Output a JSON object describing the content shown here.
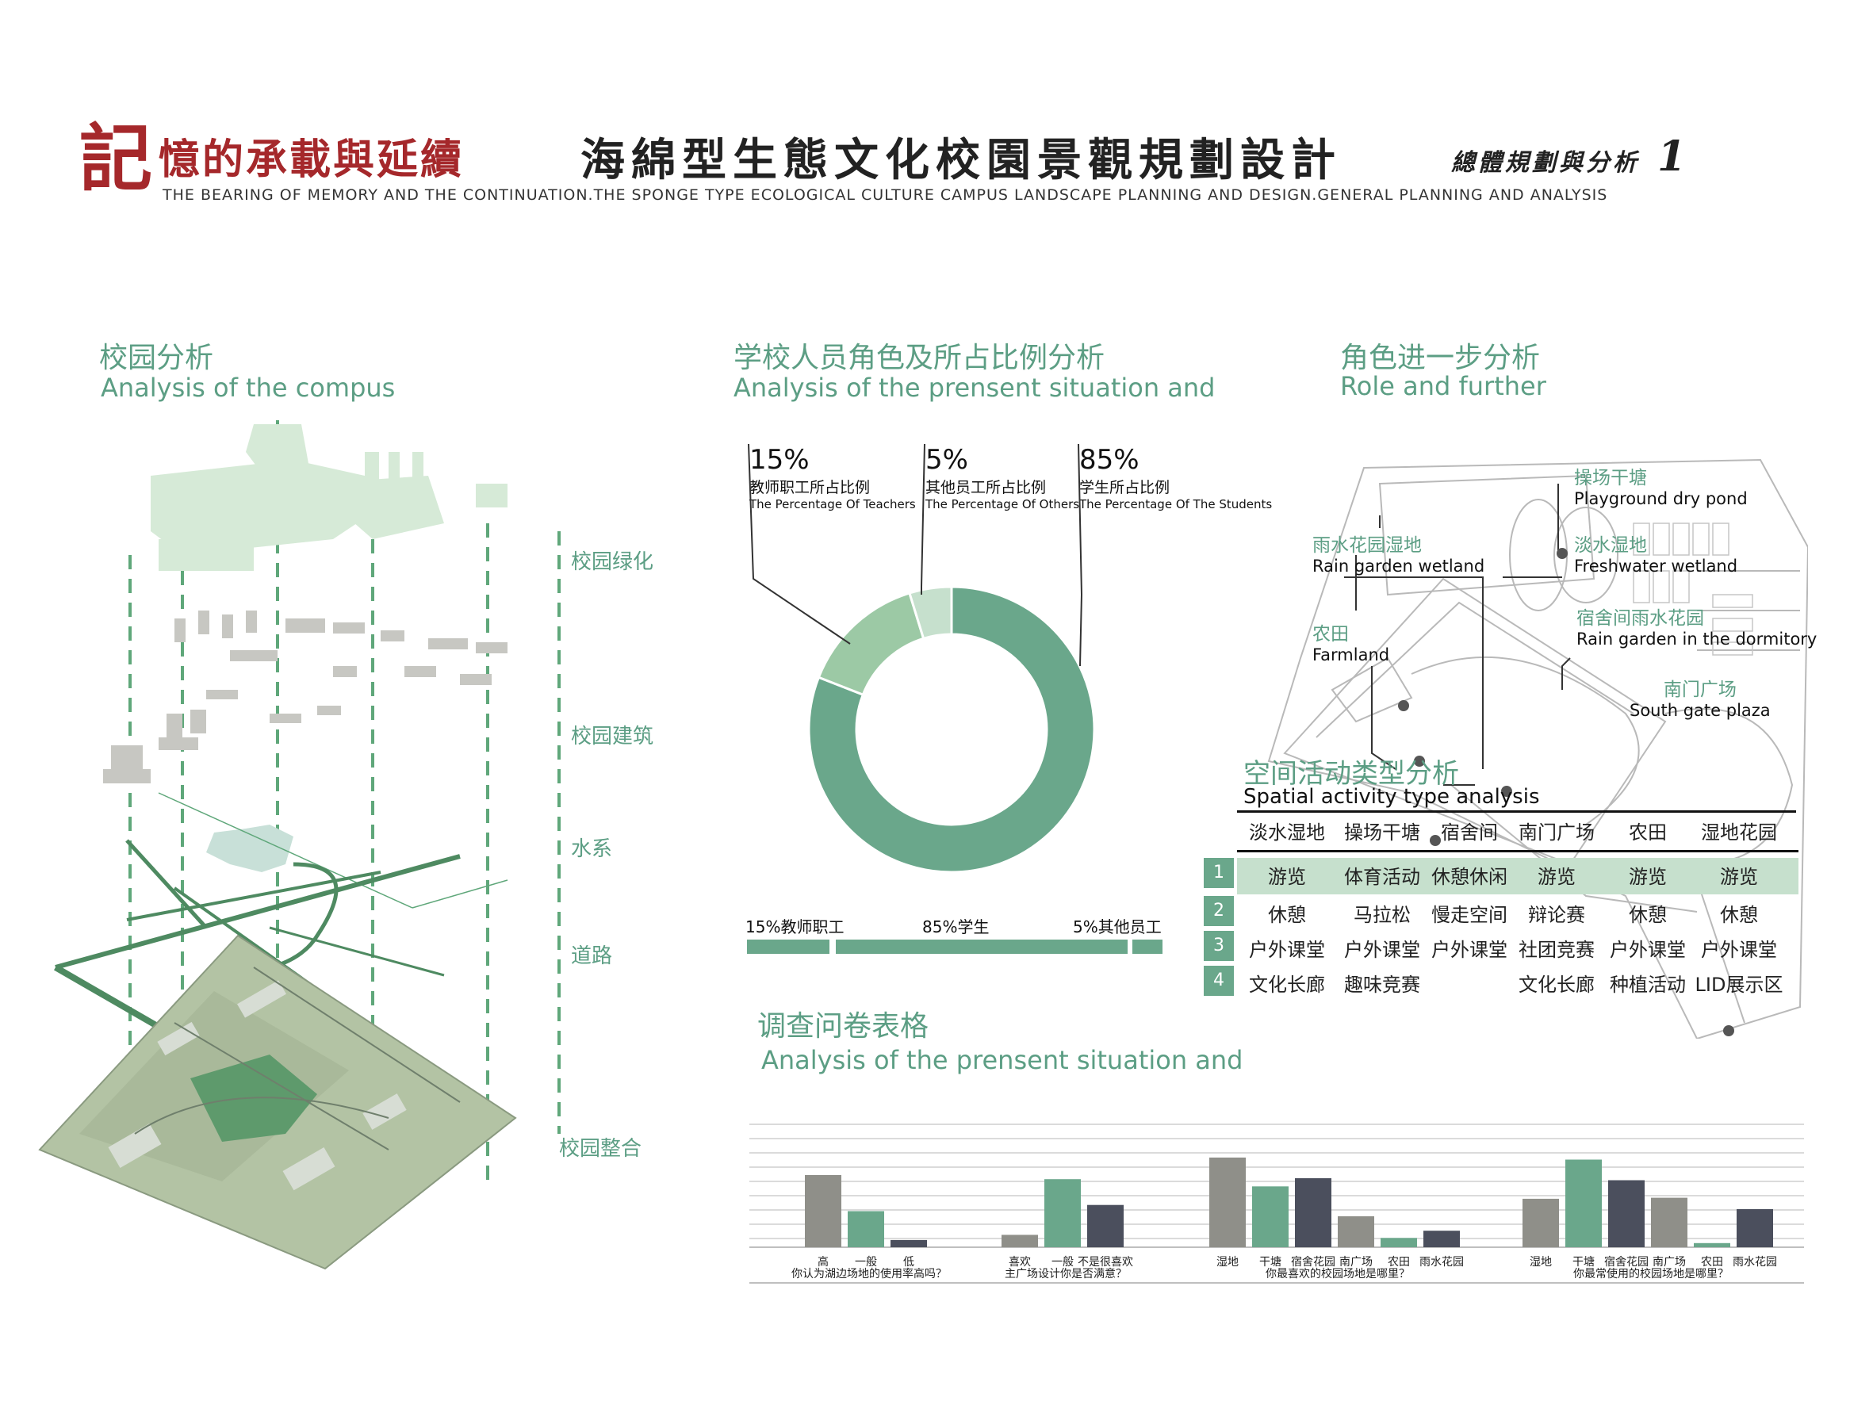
{
  "header": {
    "title_red_first": "記",
    "title_red_rest": "憶的承載與延續",
    "title_main": "海綿型生態文化校園景觀規劃設計",
    "title_right": "總體規劃與分析",
    "page_number": "1",
    "subtitle_en": "THE BEARING OF MEMORY AND THE CONTINUATION.THE SPONGE TYPE ECOLOGICAL CULTURE CAMPUS LANDSCAPE PLANNING AND DESIGN.GENERAL PLANNING AND ANALYSIS"
  },
  "campus_analysis": {
    "title_cn": "校园分析",
    "title_en": "Analysis of the compus",
    "layers": [
      "校园绿化",
      "校园建筑",
      "水系",
      "道路",
      "校园整合"
    ]
  },
  "personnel": {
    "title_cn": "学校人员角色及所占比例分析",
    "title_en": "Analysis of the prensent situation and",
    "callouts": [
      {
        "pct": "15%",
        "cn": "教师职工所占比例",
        "en": "The Percentage Of Teachers"
      },
      {
        "pct": "5%",
        "cn": "其他员工所占比例",
        "en": "The Percentage Of Others"
      },
      {
        "pct": "85%",
        "cn": "学生所占比例",
        "en": "The Percentage Of The Students"
      }
    ],
    "bar_labels": [
      "15%教师职工",
      "85%学生",
      "5%其他员工"
    ]
  },
  "roles": {
    "title_cn": "角色进一步分析",
    "title_en": "Role and further",
    "map_labels": [
      {
        "cn": "操场干塘",
        "en": "Playground dry pond"
      },
      {
        "cn": "雨水花园湿地",
        "en": "Rain garden wetland"
      },
      {
        "cn": "淡水湿地",
        "en": "Freshwater wetland"
      },
      {
        "cn": "宿舍间雨水花园",
        "en": "Rain garden in the dormitory"
      },
      {
        "cn": "农田",
        "en": "Farmland"
      },
      {
        "cn": "南门广场",
        "en": "South gate plaza"
      }
    ]
  },
  "spatial": {
    "title_cn": "空间活动类型分析",
    "title_en": "Spatial activity type analysis",
    "headers": [
      "淡水湿地",
      "操场干塘",
      "宿舍间",
      "南门广场",
      "农田",
      "湿地花园"
    ],
    "rows": [
      {
        "num": "1",
        "cells": [
          "游览",
          "体育活动",
          "休憩休闲",
          "游览",
          "游览",
          "游览"
        ]
      },
      {
        "num": "2",
        "cells": [
          "休憩",
          "马拉松",
          "慢走空间",
          "辩论赛",
          "休憩",
          "休憩"
        ]
      },
      {
        "num": "3",
        "cells": [
          "户外课堂",
          "户外课堂",
          "户外课堂",
          "社团竞赛",
          "户外课堂",
          "户外课堂"
        ]
      },
      {
        "num": "4",
        "cells": [
          "文化长廊",
          "趣味竞赛",
          "",
          "文化长廊",
          "种植活动",
          "LID展示区"
        ]
      }
    ]
  },
  "survey": {
    "title_cn": "调查问卷表格",
    "title_en": "Analysis of the prensent situation and"
  },
  "colors": {
    "green_main": "#6aa78b",
    "green_mid": "#9cc9a5",
    "green_light": "#c6e0cd",
    "grey": "#8f8f89",
    "dark": "#4b4f5d",
    "accent_red": "#a5282b"
  },
  "chart_data": [
    {
      "type": "pie",
      "title": "",
      "categories": [
        "教师职工",
        "其他员工",
        "学生"
      ],
      "values": [
        15,
        5,
        85
      ]
    },
    {
      "type": "bar",
      "title": "",
      "groups": [
        {
          "question": "你认为湖边场地的使用率高吗？",
          "categories": [
            "高",
            "一般",
            "低"
          ],
          "values": [
            70,
            35,
            7
          ]
        },
        {
          "question": "主广场设计你是否满意？",
          "categories": [
            "喜欢",
            "一般",
            "不是很喜欢"
          ],
          "values": [
            12,
            66,
            41
          ]
        },
        {
          "question": "你最喜欢的校园场地是哪里？",
          "categories": [
            "湿地",
            "干塘",
            "宿舍花园",
            "南广场",
            "农田",
            "雨水花园"
          ],
          "values": [
            87,
            59,
            67,
            30,
            9,
            16
          ]
        },
        {
          "question": "你最常使用的校园场地是哪里？",
          "categories": [
            "湿地",
            "干塘",
            "宿舍花园",
            "南广场",
            "农田",
            "雨水花园"
          ],
          "values": [
            47,
            85,
            65,
            48,
            4,
            37
          ]
        }
      ]
    }
  ]
}
